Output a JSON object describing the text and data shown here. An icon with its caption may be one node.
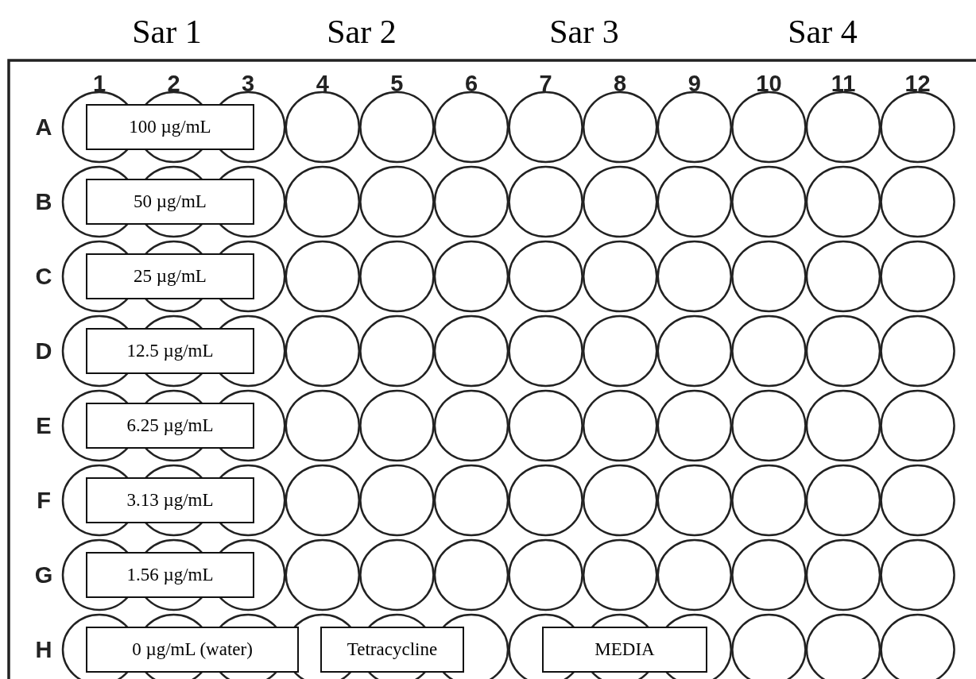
{
  "diagram": {
    "nodes": [
      {
        "text": [
          "100 µg/mL"
        ]
      },
      {
        "text": [
          "50 µg/mL"
        ]
      },
      {
        "text": [
          "25 µg/mL"
        ]
      },
      {
        "text": [
          "12.5 µg/mL"
        ]
      },
      {
        "text": [
          "6.25 µg/mL"
        ]
      },
      {
        "text": [
          "3.13 µg/mL"
        ]
      },
      {
        "text": [
          "1.56 µg/mL"
        ]
      },
      {
        "text": [
          "0 µg/mL (water)"
        ]
      },
      {
        "text": [
          "Tetracycline"
        ]
      },
      {
        "text": [
          "MEDIA"
        ]
      }
    ],
    "labels": [
      "Sar 1",
      "Sar 2",
      "Sar 3",
      "Sar 4",
      "1",
      "2",
      "3",
      "4",
      "5",
      "6",
      "7",
      "8",
      "9",
      "10",
      "11",
      "12",
      "A",
      "B",
      "C",
      "D",
      "E",
      "F",
      "G",
      "H"
    ]
  }
}
